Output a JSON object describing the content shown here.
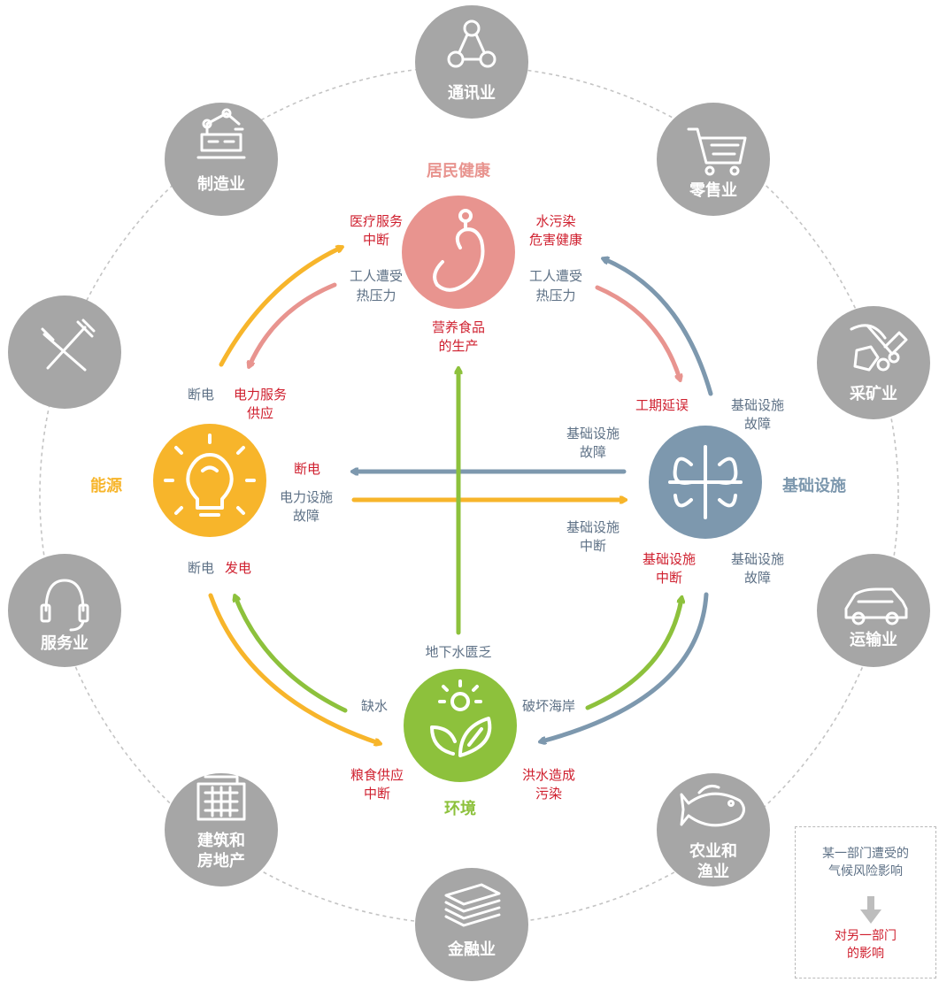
{
  "hubs": {
    "health": {
      "label": "居民健康",
      "color": "#e8948f"
    },
    "energy": {
      "label": "能源",
      "color": "#f7b52b"
    },
    "infrastructure": {
      "label": "基础设施",
      "color": "#7d98ae"
    },
    "environment": {
      "label": "环境",
      "color": "#8dc13c"
    }
  },
  "sectors": {
    "telecom": "通讯业",
    "retail": "零售业",
    "mining": "采矿业",
    "transport": "运输业",
    "agri_line1": "农业和",
    "agri_line2": "渔业",
    "finance": "金融业",
    "realestate_line1": "建筑和",
    "realestate_line2": "房地产",
    "services": "服务业",
    "manufacturing": "制造业"
  },
  "arrow_labels": {
    "medical_l1": "医疗服务",
    "medical_l2": "中断",
    "water_pollution_l1": "水污染",
    "water_pollution_l2": "危害健康",
    "heat_left_l1": "工人遭受",
    "heat_left_l2": "热压力",
    "heat_right_l1": "工人遭受",
    "heat_right_l2": "热压力",
    "food_l1": "营养食品",
    "food_l2": "的生产",
    "outage_top": "断电",
    "power_service_l1": "电力服务",
    "power_service_l2": "供应",
    "delay": "工期延误",
    "infra_fail_top_l1": "基础设施",
    "infra_fail_top_l2": "故障",
    "infra_fail_mid_l1": "基础设施",
    "infra_fail_mid_l2": "故障",
    "outage_mid": "断电",
    "power_fail_l1": "电力设施",
    "power_fail_l2": "故障",
    "infra_disrupt_l1": "基础设施",
    "infra_disrupt_l2": "中断",
    "outage_bottom": "断电",
    "generation": "发电",
    "infra_disrupt_red_l1": "基础设施",
    "infra_disrupt_red_l2": "中断",
    "infra_fail_bottom_l1": "基础设施",
    "infra_fail_bottom_l2": "故障",
    "groundwater": "地下水匮乏",
    "water_shortage": "缺水",
    "coast": "破坏海岸",
    "grain_l1": "粮食供应",
    "grain_l2": "中断",
    "flood_l1": "洪水造成",
    "flood_l2": "污染"
  },
  "legend": {
    "blue_l1": "某一部门遭受的",
    "blue_l2": "气候风险影响",
    "red_l1": "对另一部门",
    "red_l2": "的影响"
  },
  "colors": {
    "impact_red": "#cf1f2e",
    "risk_blue": "#5e7186",
    "sector_grey": "#a6a6a6"
  }
}
